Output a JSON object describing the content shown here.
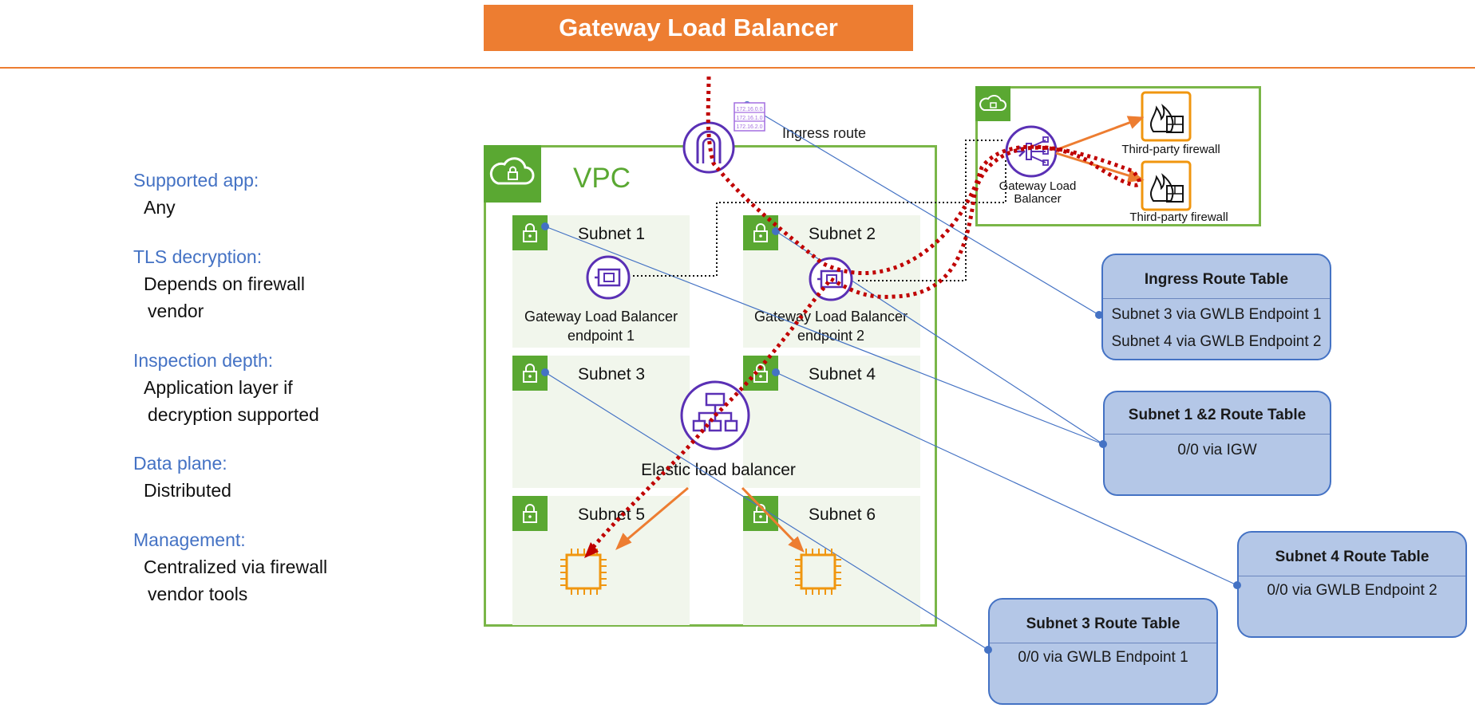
{
  "title": "Gateway Load Balancer",
  "sidebar": {
    "items": [
      {
        "heading": "Supported app:",
        "lines": [
          "Any"
        ]
      },
      {
        "heading": "TLS decryption:",
        "lines": [
          "Depends on firewall",
          "vendor"
        ]
      },
      {
        "heading": "Inspection depth:",
        "lines": [
          "Application layer if",
          "decryption supported"
        ]
      },
      {
        "heading": "Data plane:",
        "lines": [
          "Distributed"
        ]
      },
      {
        "heading": "Management:",
        "lines": [
          "Centralized via firewall",
          "vendor tools"
        ]
      }
    ]
  },
  "vpc": {
    "label": "VPC",
    "subnets": [
      "Subnet 1",
      "Subnet 2",
      "Subnet 3",
      "Subnet 4",
      "Subnet 5",
      "Subnet 6"
    ],
    "endpoint1": [
      "Gateway Load Balancer",
      "endpoint 1"
    ],
    "endpoint2": [
      "Gateway Load Balancer",
      "endpoint 2"
    ],
    "elb": "Elastic load balancer"
  },
  "ingress_route": "Ingress route",
  "route_ips": [
    "172.16.0.0",
    "172.16.1.0",
    "172.16.2.0"
  ],
  "firewall": {
    "gwlb_label": [
      "Gateway Load",
      "Balancer"
    ],
    "fw1": "Third-party firewall",
    "fw2": "Third-party firewall"
  },
  "route_tables": {
    "ingress": {
      "title": "Ingress Route Table",
      "rows": [
        "Subnet 3 via GWLB Endpoint 1",
        "Subnet 4 via GWLB Endpoint 2"
      ]
    },
    "subnet12": {
      "title": "Subnet 1 &2  Route Table",
      "rows": [
        "0/0 via IGW"
      ]
    },
    "subnet4": {
      "title": "Subnet 4 Route Table",
      "rows": [
        "0/0 via GWLB Endpoint 2"
      ]
    },
    "subnet3": {
      "title": "Subnet 3 Route Table",
      "rows": [
        "0/0 via GWLB Endpoint 1"
      ]
    }
  },
  "colors": {
    "accent": "#ed7d31",
    "vpc_green": "#5aa832",
    "heading_blue": "#4472c4",
    "icon_purple": "#5a30b5",
    "traffic_red": "#c00000",
    "compute_orange": "#f0960f",
    "table_fill": "#b4c7e7"
  }
}
